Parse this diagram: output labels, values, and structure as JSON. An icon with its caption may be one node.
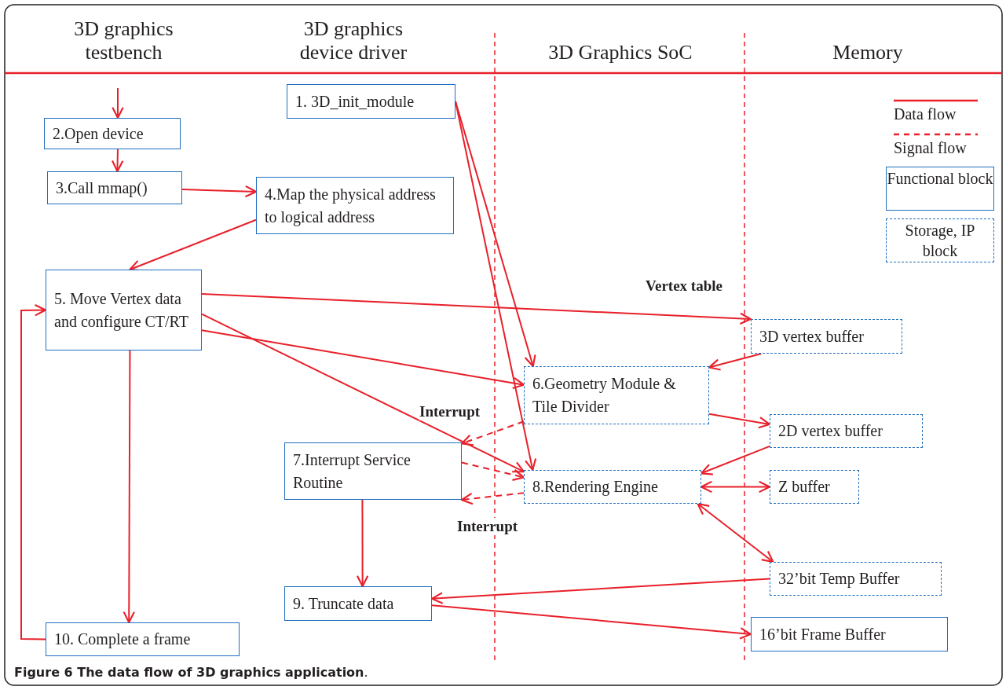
{
  "diagram": {
    "caption": "**Figure 6 The data flow of 3D graphics application**.",
    "nodes": [
      {
        "text": [
          "1. 3D_init_module"
        ]
      },
      {
        "text": [
          "2.Open device"
        ]
      },
      {
        "text": [
          "3.Call mmap()"
        ]
      },
      {
        "text": [
          "4.Map the physical address to logical address"
        ]
      },
      {
        "text": [
          "5. Move Vertex data and configure CT/RT"
        ]
      },
      {
        "text": [
          "3D vertex buffer"
        ]
      },
      {
        "text": [
          "6.Geometry Module & Tile Divider"
        ]
      },
      {
        "text": [
          "2D vertex buffer"
        ]
      },
      {
        "text": [
          "7.Interrupt Service Routine"
        ]
      },
      {
        "text": [
          "8.Rendering Engine"
        ]
      },
      {
        "text": [
          "Z buffer"
        ]
      },
      {
        "text": [
          "32’bit Temp Buffer"
        ]
      },
      {
        "text": [
          "9. Truncate data"
        ]
      },
      {
        "text": [
          "10. Complete a frame"
        ]
      },
      {
        "text": [
          "16’bit Frame Buffer"
        ]
      }
    ],
    "edges": [
      {
        "from": null,
        "to": 1,
        "arrow": "to"
      },
      {
        "from": 1,
        "to": 2,
        "arrow": "to"
      },
      {
        "from": 2,
        "to": 3,
        "arrow": "to"
      },
      {
        "from": 3,
        "to": 4,
        "arrow": "to"
      },
      {
        "from": 0,
        "to": 6,
        "arrow": "to"
      },
      {
        "from": 0,
        "to": 9,
        "arrow": "to"
      },
      {
        "from": 4,
        "to": 5,
        "arrow": "to",
        "label": "Vertex table"
      },
      {
        "from": 4,
        "to": 6,
        "arrow": "to"
      },
      {
        "from": 4,
        "to": 9,
        "arrow": "to"
      },
      {
        "from": 4,
        "to": 13,
        "arrow": "to"
      },
      {
        "from": 13,
        "to": 4,
        "arrow": "to"
      },
      {
        "from": 5,
        "to": 6,
        "arrow": "to"
      },
      {
        "from": 6,
        "to": 7,
        "arrow": "to"
      },
      {
        "from": 7,
        "to": 9,
        "arrow": "to"
      },
      {
        "from": 9,
        "to": 10,
        "arrow": "both"
      },
      {
        "from": 9,
        "to": 11,
        "arrow": "both"
      },
      {
        "from": 6,
        "to": 8,
        "arrow": "to",
        "style": "dashed",
        "label": "Interrupt"
      },
      {
        "from": 8,
        "to": 9,
        "arrow": "to",
        "style": "dashed"
      },
      {
        "from": 9,
        "to": 8,
        "arrow": "to",
        "style": "dashed",
        "label": "Interrupt"
      },
      {
        "from": 8,
        "to": 12,
        "arrow": "to"
      },
      {
        "from": 11,
        "to": 12,
        "arrow": "to"
      },
      {
        "from": 12,
        "to": 14,
        "arrow": "to"
      }
    ],
    "labels": [
      "3D graphics testbench",
      "3D graphics device driver",
      "3D Graphics SoC",
      "Memory"
    ],
    "legend": [
      {
        "text": "Data flow"
      },
      {
        "text": "Signal flow"
      },
      {
        "text": "Functional block"
      },
      {
        "text": "Storage, IP block"
      }
    ]
  }
}
